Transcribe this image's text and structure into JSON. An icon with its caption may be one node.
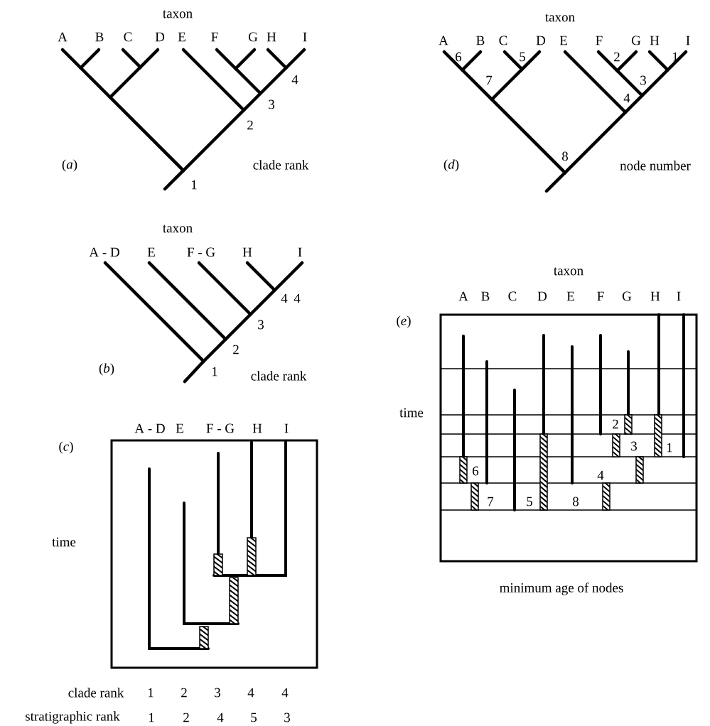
{
  "diagram": {
    "labels": [
      "taxon",
      "A",
      "B",
      "C",
      "D",
      "E",
      "F",
      "G",
      "H",
      "I",
      "4",
      "3",
      "2",
      "(*a*)",
      "clade rank",
      "1",
      "taxon",
      "A",
      "B",
      "C",
      "D",
      "E",
      "F",
      "G",
      "H",
      "I",
      "6",
      "5",
      "2",
      "1",
      "7",
      "3",
      "4",
      "8",
      "(*d*)",
      "node number",
      "taxon",
      "A - D",
      "E",
      "F - G",
      "H",
      "I",
      "4",
      "4",
      "3",
      "2",
      "(*b*)",
      "1",
      "clade rank",
      "taxon",
      "A",
      "B",
      "C",
      "D",
      "E",
      "F",
      "G",
      "H",
      "I",
      "(*e*)",
      "A - D",
      "E",
      "F - G",
      "H",
      "I",
      "(*c*)",
      "time",
      "time",
      "2",
      "3",
      "1",
      "6",
      "4",
      "7",
      "5",
      "8",
      "minimum age of nodes",
      "clade rank",
      "1",
      "2",
      "3",
      "4",
      "4",
      "stratigraphic rank",
      "1",
      "2",
      "4",
      "5",
      "3"
    ]
  }
}
